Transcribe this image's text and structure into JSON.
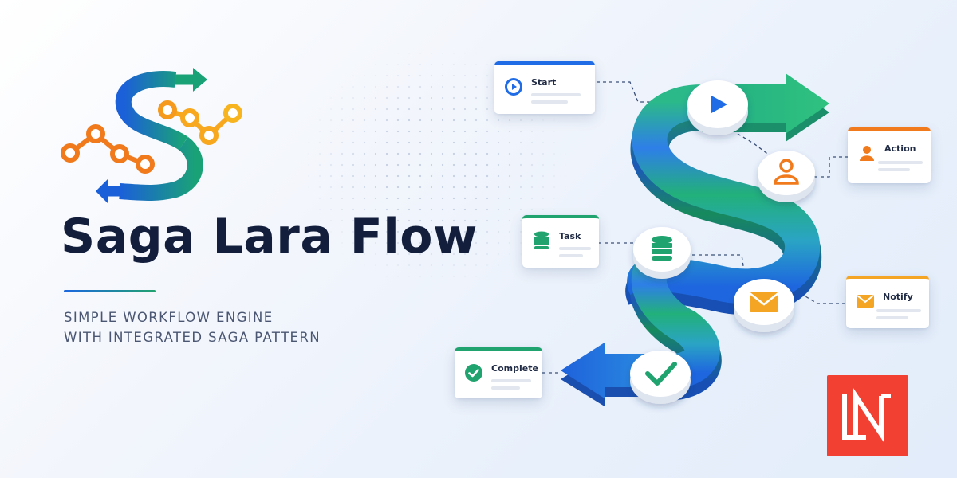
{
  "header": {
    "title": "Saga Lara Flow",
    "subtitle_line1": "SIMPLE WORKFLOW ENGINE",
    "subtitle_line2": "WITH INTEGRATED SAGA PATTERN"
  },
  "steps": [
    {
      "id": "start",
      "label": "Start",
      "icon": "play-icon",
      "color": "#1f6ce6"
    },
    {
      "id": "action",
      "label": "Action",
      "icon": "user-icon",
      "color": "#f07a1c"
    },
    {
      "id": "task",
      "label": "Task",
      "icon": "database-icon",
      "color": "#21a36f"
    },
    {
      "id": "notify",
      "label": "Notify",
      "icon": "envelope-icon",
      "color": "#f4a524"
    },
    {
      "id": "complete",
      "label": "Complete",
      "icon": "check-circle-icon",
      "color": "#21a36f"
    }
  ],
  "colors": {
    "primary_blue": "#1f6ce6",
    "green": "#21a36f",
    "orange": "#f07a1c",
    "amber": "#f4a524",
    "title": "#121e3b",
    "badge_red": "#f24132"
  }
}
